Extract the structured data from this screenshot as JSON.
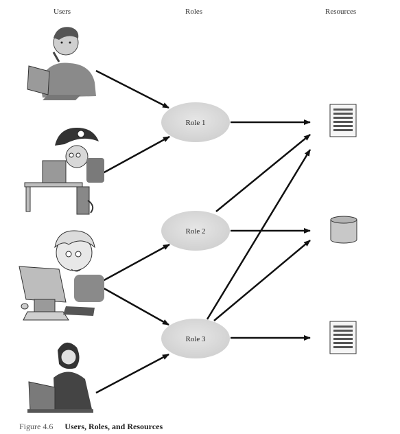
{
  "headers": {
    "users": "Users",
    "roles": "Roles",
    "resources": "Resources"
  },
  "roles": [
    "Role 1",
    "Role 2",
    "Role 3"
  ],
  "users": [
    {
      "icon": "man-at-laptop-icon"
    },
    {
      "icon": "boy-with-cap-at-desktop-icon"
    },
    {
      "icon": "boy-at-computer-icon"
    },
    {
      "icon": "woman-at-laptop-icon"
    }
  ],
  "resources": [
    {
      "icon": "document-icon"
    },
    {
      "icon": "database-icon"
    },
    {
      "icon": "document-icon"
    }
  ],
  "connections": {
    "user_to_role": [
      [
        1,
        1
      ],
      [
        2,
        1
      ],
      [
        3,
        2
      ],
      [
        3,
        3
      ],
      [
        4,
        3
      ]
    ],
    "role_to_resource": [
      [
        1,
        1
      ],
      [
        2,
        1
      ],
      [
        2,
        2
      ],
      [
        3,
        1
      ],
      [
        3,
        2
      ],
      [
        3,
        3
      ]
    ]
  },
  "caption": {
    "number": "Figure 4.6",
    "title": "Users, Roles, and Resources"
  }
}
